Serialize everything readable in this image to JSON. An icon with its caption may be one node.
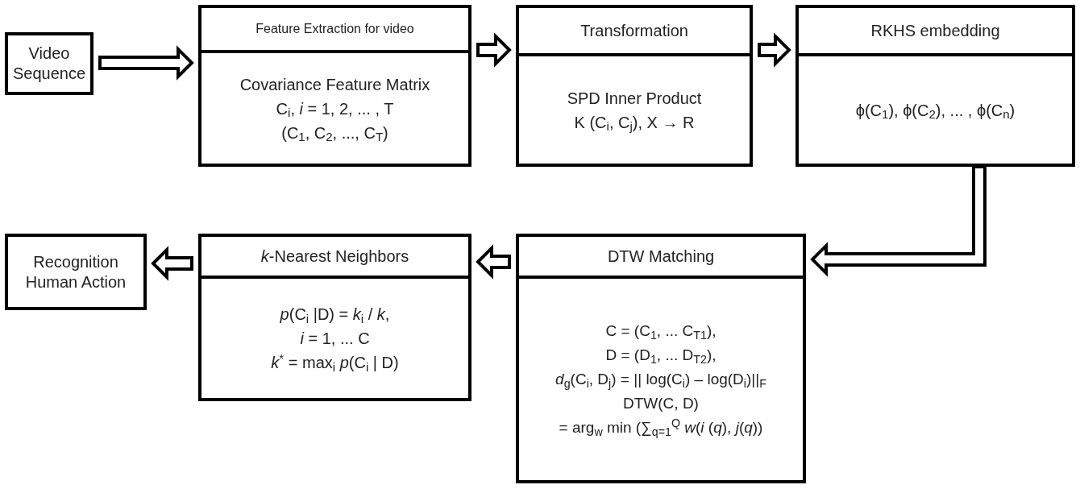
{
  "diagram": {
    "nodes": [
      {
        "text": [
          "Video Sequence"
        ]
      },
      {
        "text": [
          "Feature Extraction for video",
          "Covariance Feature Matrix",
          "C$_{i}$, *i* = 1, 2, ... , T",
          "(C$_{1}$, C$_{2}$, ..., C$_{T}$)"
        ]
      },
      {
        "text": [
          "Transformation",
          "SPD Inner Product",
          "K (C$_{i}$, C$_{j}$),  X → R"
        ]
      },
      {
        "text": [
          "RKHS embedding",
          "ϕ(C$_{1}$), ϕ(C$_{2}$), ... , ϕ(C$_{n}$)"
        ]
      },
      {
        "text": [
          "DTW Matching",
          "C = (C$_{1}$, ... C$_{T1}$),",
          "D = (D$_{1}$, ... D$_{T2}$),",
          "*d*$_{g}$(C$_{i}$, D$_{j}$) = || log(C$_{i}$) – log(D$_{i}$)||$_{F}$",
          "DTW(C, D)",
          "= arg$_{w}$ min  (∑$_{q=1}$$^{Q}$ *w*(*i* (*q*), *j*(*q*))"
        ]
      },
      {
        "text": [
          "*k*-Nearest Neighbors",
          "*p*(C$_{i}$ |D) = *k*$_{i}$ / *k*,",
          "*i* = 1, ... C",
          "*k*$^{*}$ = max$_{i}$ *p*(C$_{i}$ | D)"
        ]
      },
      {
        "text": [
          "Recognition Human Action"
        ]
      }
    ],
    "edges": [
      {
        "from": 0,
        "to": 1,
        "arrow": "to"
      },
      {
        "from": 1,
        "to": 2,
        "arrow": "to"
      },
      {
        "from": 2,
        "to": 3,
        "arrow": "to"
      },
      {
        "from": 3,
        "to": 4,
        "arrow": "to"
      },
      {
        "from": 4,
        "to": 5,
        "arrow": "to"
      },
      {
        "from": 5,
        "to": 6,
        "arrow": "to"
      }
    ]
  }
}
